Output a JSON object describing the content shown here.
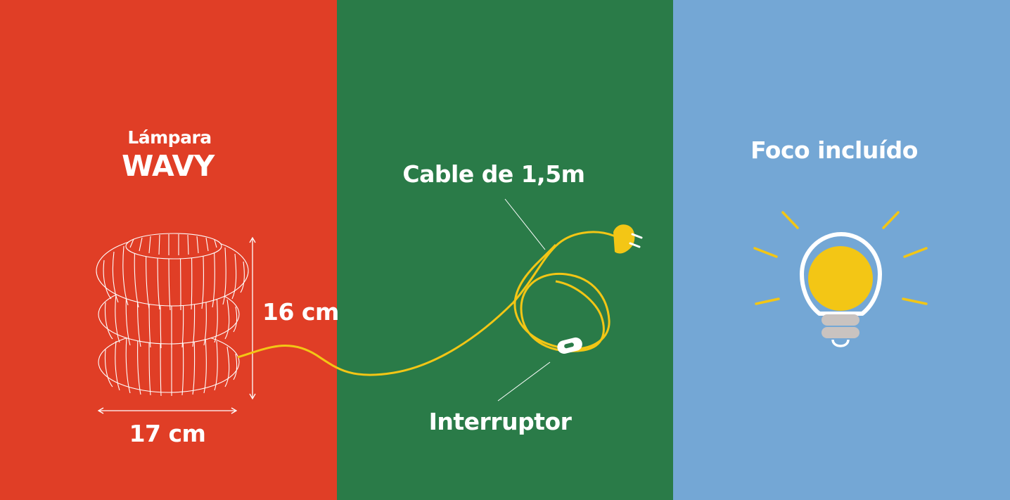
{
  "colors": {
    "left_panel": "#E03E26",
    "middle_panel": "#2A7B48",
    "right_panel": "#74A7D5",
    "cable": "#F3C615",
    "bulb": "#F3C615",
    "bulb_base": "#C9C3C0",
    "text": "#FFFFFF"
  },
  "lamp": {
    "subtitle": "Lámpara",
    "name": "WAVY",
    "height": "16 cm",
    "width": "17 cm"
  },
  "cable": {
    "label": "Cable de 1,5m",
    "switch_label": "Interruptor"
  },
  "bulb": {
    "label": "Foco incluído"
  },
  "icons": [
    "lamp-illustration",
    "plug-icon",
    "switch-icon",
    "bulb-icon"
  ]
}
